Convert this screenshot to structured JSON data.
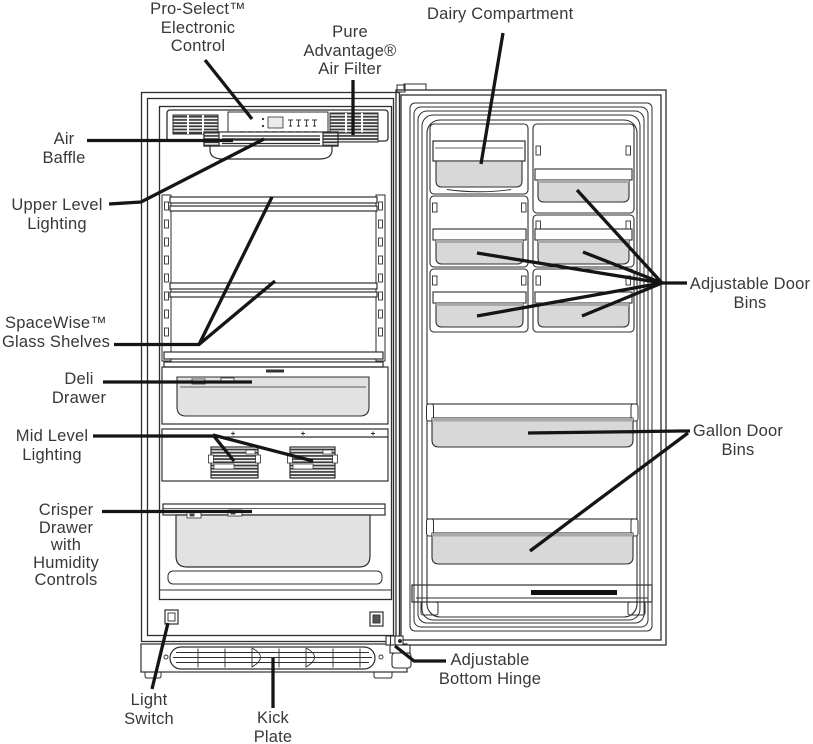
{
  "diagram": {
    "type": "refrigerator-parts-diagram",
    "labels": {
      "pro_select_control": {
        "text": "Pro-Select™\nElectronic\nControl"
      },
      "pure_advantage_filter": {
        "text": "Pure\nAdvantage®\nAir Filter"
      },
      "dairy_compartment": {
        "text": "Dairy Compartment"
      },
      "air_baffle": {
        "text": "Air\nBaffle"
      },
      "upper_level_lighting": {
        "text": "Upper Level\nLighting"
      },
      "spacewise_glass_shelves": {
        "text": "SpaceWise™\nGlass Shelves"
      },
      "deli_drawer": {
        "text": "Deli\nDrawer"
      },
      "mid_level_lighting": {
        "text": "Mid Level\nLighting"
      },
      "crisper_drawer": {
        "text": "Crisper\nDrawer\nwith\nHumidity\nControls"
      },
      "adjustable_door_bins": {
        "text": "Adjustable Door\nBins"
      },
      "gallon_door_bins": {
        "text": "Gallon Door\nBins"
      },
      "adjustable_bottom_hinge": {
        "text": "Adjustable\nBottom Hinge"
      },
      "light_switch": {
        "text": "Light\nSwitch"
      },
      "kick_plate": {
        "text": "Kick\nPlate"
      }
    },
    "colors": {
      "line": "#2e2e2e",
      "leader": "#151515",
      "bin_fill": "#d8d8d8",
      "drawer_fill": "#e2e2e2",
      "text": "#383838",
      "background": "#ffffff"
    }
  }
}
